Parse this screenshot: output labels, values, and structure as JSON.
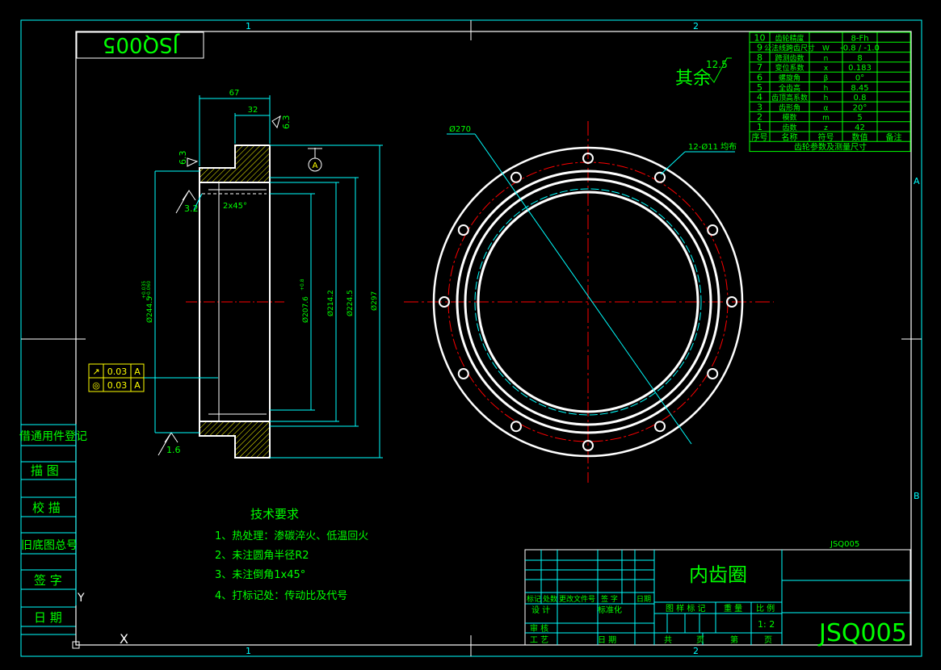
{
  "drawing": {
    "number_mirrored": "JSQ005",
    "number_small": "JSQ005",
    "number_large": "JSQ005",
    "part_name": "内齿圈",
    "zone_top_1": "1",
    "zone_top_2": "2",
    "zone_bottom_1": "1",
    "zone_bottom_2": "2",
    "zone_right_a": "A",
    "zone_right_b": "B",
    "ucs_y": "Y",
    "ucs_x": "X"
  },
  "roughness": {
    "general_label": "其余",
    "general_value": "12.5",
    "top_face": "6.3",
    "left_face": "6.3",
    "bore_face": "3.2",
    "bottom_face": "1.6"
  },
  "dimensions": {
    "d67": "67",
    "d32": "32",
    "chamfer": "2x45°",
    "datum": "A",
    "d244": "Ø244.5",
    "d244_tol_upper": "+0.035",
    "d244_tol_lower": "+0.060",
    "d207": "Ø207.6",
    "d207_tol": "+0.8",
    "d214": "Ø214.2",
    "d224": "Ø224.5",
    "d297": "Ø297",
    "d270": "Ø270",
    "holes": "12-Ø11 均布"
  },
  "tolerance_frames": [
    {
      "symbol": "↗",
      "value": "0.03",
      "datum": "A"
    },
    {
      "symbol": "◎",
      "value": "0.03",
      "datum": "A"
    }
  ],
  "tech_requirements": {
    "title": "技术要求",
    "items": [
      "1、热处理：渗碳淬火、低温回火",
      "2、未注圆角半径R2",
      "3、未注倒角1x45°",
      "4、打标记处：传动比及代号"
    ]
  },
  "gear_table": {
    "rows": [
      {
        "no": "10",
        "name": "齿轮精度",
        "sym": "",
        "val": "8-Fh"
      },
      {
        "no": "9",
        "name": "公法线跨齿尺寸",
        "sym": "W",
        "val": "-0.8 / -1.0"
      },
      {
        "no": "8",
        "name": "跨测齿数",
        "sym": "n",
        "val": "8"
      },
      {
        "no": "7",
        "name": "变位系数",
        "sym": "x",
        "val": "0.183"
      },
      {
        "no": "6",
        "name": "螺旋角",
        "sym": "β",
        "val": "0°"
      },
      {
        "no": "5",
        "name": "全齿高",
        "sym": "h",
        "val": "8.45"
      },
      {
        "no": "4",
        "name": "齿顶高系数",
        "sym": "h",
        "val": "0.8"
      },
      {
        "no": "3",
        "name": "齿形角",
        "sym": "α",
        "val": "20°"
      },
      {
        "no": "2",
        "name": "模数",
        "sym": "m",
        "val": "5"
      },
      {
        "no": "1",
        "name": "齿数",
        "sym": "z",
        "val": "42"
      }
    ],
    "header": {
      "no": "序号",
      "name": "名称",
      "sym": "符号",
      "val": "数值",
      "note": "备注"
    },
    "caption": "齿轮参数及测量尺寸"
  },
  "left_column": [
    "借通用件登记",
    "描  图",
    "校  描",
    "旧底图总号",
    "签  字",
    "日  期"
  ],
  "title_block": {
    "rev_headers": [
      "标记",
      "处数",
      "更改文件号",
      "签 字",
      "日期"
    ],
    "design": "设 计",
    "standardize": "标准化",
    "review": "审 核",
    "process": "工 艺",
    "date": "日 期",
    "stage_mark": "图 样 标 记",
    "weight": "重 量",
    "scale_label": "比 例",
    "scale": "1: 2",
    "total": "共",
    "sheet": "页",
    "sheet_no": "第",
    "page": "页"
  },
  "colors": {
    "background": "#000000",
    "frame": "#00ffff",
    "text_primary": "#00ff00",
    "geometry": "#ffffff",
    "centerline": "#ff0000",
    "hatch": "#ffff00"
  }
}
